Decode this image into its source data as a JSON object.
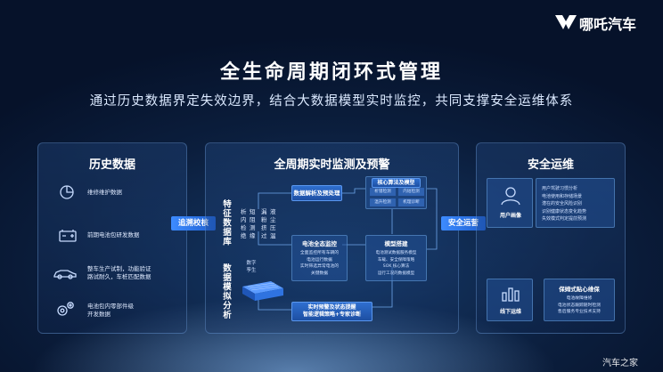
{
  "brand": {
    "name": "哪吒汽车"
  },
  "header": {
    "title": "全生命周期闭环式管理",
    "subtitle": "通过历史数据界定失效边界，结合大数据模型实时监控，共同支撑安全运维体系"
  },
  "history": {
    "title": "历史数据",
    "items": [
      {
        "icon": "pie-chart-icon",
        "lines": [
          "维修维护数据"
        ]
      },
      {
        "icon": "battery-icon",
        "lines": [
          "前期电池包研发数据"
        ]
      },
      {
        "icon": "car-icon",
        "lines": [
          "整车生产试制，功能验证",
          "路试耐久，车桩匹配数据"
        ]
      },
      {
        "icon": "gears-icon",
        "lines": [
          "电池包内零部件级",
          "开发数据"
        ]
      }
    ],
    "arrow_label": "追溯校核"
  },
  "monitor": {
    "title": "全周期实时监测及预警",
    "feature_db": "特征数据库",
    "feature_chars": [
      [
        "析",
        "内",
        "检",
        "绝"
      ],
      [
        "短",
        "阻",
        "测",
        "缘"
      ],
      [
        "漏",
        "粉",
        "挤",
        "过"
      ],
      [
        "液",
        "尘",
        "压",
        "温"
      ]
    ],
    "sim_label": "数据模拟分析",
    "twin_label": [
      "数字",
      "孪生"
    ],
    "parse_box": "数据解析及预处理",
    "core_box": {
      "title": "核心算法及模型",
      "items": [
        "析锂检测",
        "内短检测",
        "温升检测",
        "机理诊断"
      ]
    },
    "health_box": {
      "title": "电池全态监控",
      "lines": [
        "全面监控所有车辆的",
        "电池运行数据",
        "实时筛选异常电池的",
        "关键数据"
      ]
    },
    "model_box": {
      "title": "模型搭建",
      "lines": [
        "电池测试数据服务模型",
        "车载、安全保障策略",
        "SOK 核心算法",
        "运行工况的数据模型"
      ]
    },
    "alert_box": [
      "实时预警及状态提醒",
      "智能逻辑策略+专家诊断"
    ],
    "arrow_label": "安全运营"
  },
  "safety": {
    "title": "安全运维",
    "portrait": {
      "label": "用户画像",
      "lines": [
        "用户驾驶习惯分析",
        "电池使用和存储场景",
        "潜在的安全风险识别",
        "识别健康状态变化趋势",
        "失效模式判定提前预测"
      ]
    },
    "operation": {
      "label": "线下运维",
      "title": "保姆式贴心维保",
      "lines": [
        "电池故障维修",
        "电池状态跟踪随时检测",
        "售后服务专业技术支持"
      ]
    }
  },
  "watermark": "汽车之家"
}
